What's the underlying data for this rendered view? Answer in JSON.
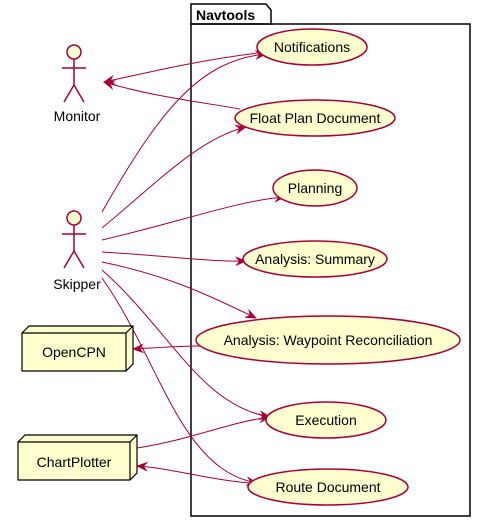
{
  "colors": {
    "edge": "#A80036",
    "usecase_fill": "#FEFECE",
    "usecase_stroke": "#A80036",
    "node_fill": "#FEFECE",
    "outline": "#000000",
    "background": "#FFFFFF"
  },
  "package": {
    "name": "Navtools"
  },
  "actors": {
    "monitor": {
      "label": "Monitor"
    },
    "skipper": {
      "label": "Skipper"
    }
  },
  "nodes": {
    "opencpn": {
      "label": "OpenCPN"
    },
    "chartplotter": {
      "label": "ChartPlotter"
    }
  },
  "usecases": {
    "notifications": "Notifications",
    "float_plan": "Float Plan Document",
    "planning": "Planning",
    "analysis_summary": "Analysis: Summary",
    "analysis_waypoint": "Analysis: Waypoint Reconciliation",
    "execution": "Execution",
    "route_document": "Route Document"
  },
  "links": [
    {
      "from": "skipper",
      "to": "notifications",
      "arrow": "end"
    },
    {
      "from": "skipper",
      "to": "float_plan",
      "arrow": "end"
    },
    {
      "from": "skipper",
      "to": "planning",
      "arrow": "end"
    },
    {
      "from": "skipper",
      "to": "analysis_summary",
      "arrow": "end"
    },
    {
      "from": "skipper",
      "to": "analysis_waypoint",
      "arrow": "end"
    },
    {
      "from": "skipper",
      "to": "execution",
      "arrow": "end"
    },
    {
      "from": "skipper",
      "to": "route_document",
      "arrow": "end"
    },
    {
      "from": "notifications",
      "to": "monitor",
      "arrow": "end"
    },
    {
      "from": "float_plan",
      "to": "monitor",
      "arrow": "end"
    },
    {
      "from": "analysis_waypoint",
      "to": "opencpn",
      "arrow": "end"
    },
    {
      "from": "chartplotter",
      "to": "execution",
      "arrow": "end"
    },
    {
      "from": "route_document",
      "to": "chartplotter",
      "arrow": "end"
    }
  ]
}
